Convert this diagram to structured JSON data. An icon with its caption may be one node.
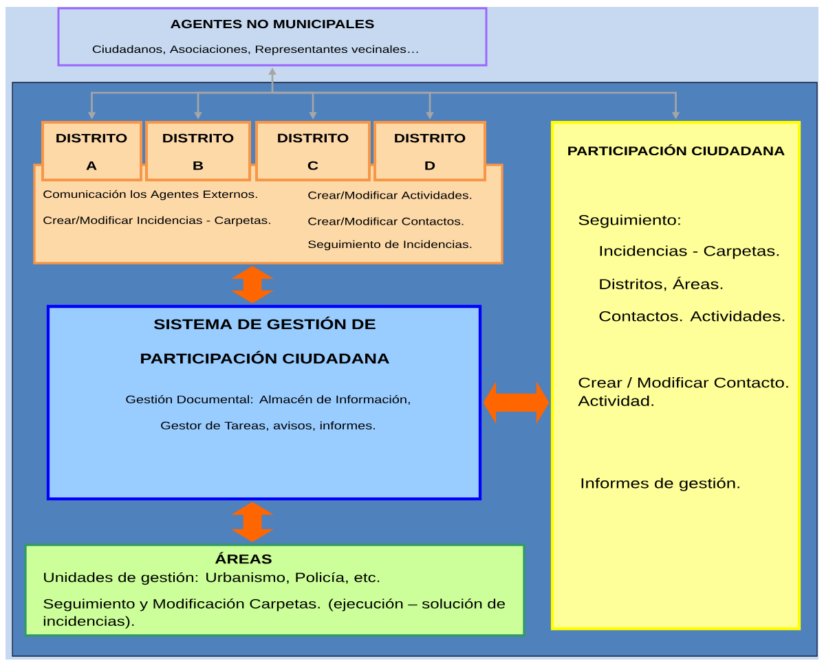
{
  "diagram": {
    "nodes": [
      {
        "text": [
          "AGENTES NO MUNICIPALES",
          "Ciudadanos, Asociaciones, Representantes vecinales…"
        ]
      },
      {
        "text": [],
        "shape": "box"
      },
      {
        "text": [
          "Comunicación los Agentes Externos.",
          "Crear/Modificar Incidencias - Carpetas.",
          "Crear/Modificar Actividades.",
          "Crear/Modificar Contactos.",
          "Seguimiento de Incidencias."
        ],
        "in": 1
      },
      {
        "text": [
          "DISTRITO A"
        ],
        "in": 1
      },
      {
        "text": [
          "DISTRITO B"
        ],
        "in": 1
      },
      {
        "text": [
          "DISTRITO C"
        ],
        "in": 1
      },
      {
        "text": [
          "DISTRITO D"
        ],
        "in": 1
      },
      {
        "text": [
          "SISTEMA DE GESTIÓN DE PARTICIPACIÓN CIUDADANA",
          "Gestión Documental: Almacén de Información, Gestor de Tareas, avisos, informes."
        ],
        "in": 1
      },
      {
        "text": [
          "ÁREAS",
          "Unidades de gestión: Urbanismo, Policía, etc.",
          "Seguimiento y Modificación Carpetas. (ejecución – solución de incidencias)."
        ],
        "in": 1
      },
      {
        "text": [
          "PARTICIPACIÓN CIUDADANA",
          "Seguimiento:",
          "Incidencias - Carpetas.",
          "Distritos, Áreas.",
          "Contactos. Actividades.",
          "Crear / Modificar Contacto. Actividad.",
          "Informes de gestión."
        ],
        "in": 1
      }
    ],
    "edges": [
      {
        "from": 0,
        "to": 3,
        "arrow": "both"
      },
      {
        "from": 0,
        "to": 4,
        "arrow": "both"
      },
      {
        "from": 0,
        "to": 5,
        "arrow": "both"
      },
      {
        "from": 0,
        "to": 6,
        "arrow": "both"
      },
      {
        "from": 0,
        "to": 9,
        "arrow": "both"
      },
      {
        "from": 2,
        "to": 7,
        "arrow": "both",
        "style": "thick",
        "color": "#ff6600"
      },
      {
        "from": 7,
        "to": 8,
        "arrow": "both",
        "style": "thick",
        "color": "#ff6600"
      },
      {
        "from": 7,
        "to": 9,
        "arrow": "both",
        "style": "thick",
        "color": "#ff6600"
      }
    ]
  }
}
